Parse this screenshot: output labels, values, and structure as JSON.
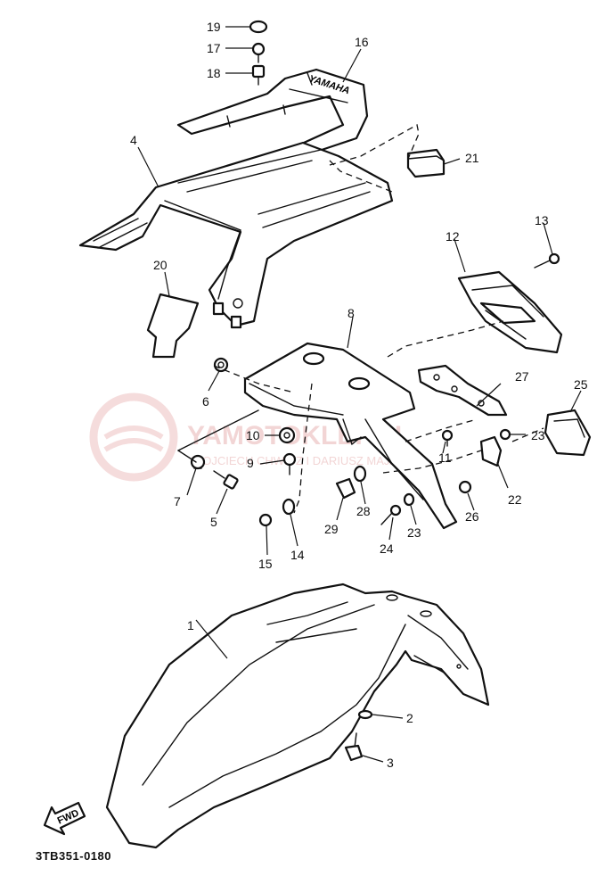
{
  "diagram": {
    "code": "3TB351-0180",
    "fwd_label": "FWD",
    "watermark": {
      "title": "YAMOTOKLEP.PL",
      "subtitle": "WOJCIECH CHWICZ I DARIUSZ MAJAWA"
    },
    "callouts": [
      "1",
      "2",
      "3",
      "4",
      "5",
      "6",
      "7",
      "8",
      "9",
      "10",
      "11",
      "12",
      "13",
      "14",
      "15",
      "16",
      "17",
      "18",
      "19",
      "20",
      "21",
      "22",
      "23",
      "23",
      "23",
      "24",
      "25",
      "26",
      "27",
      "28",
      "29"
    ]
  }
}
